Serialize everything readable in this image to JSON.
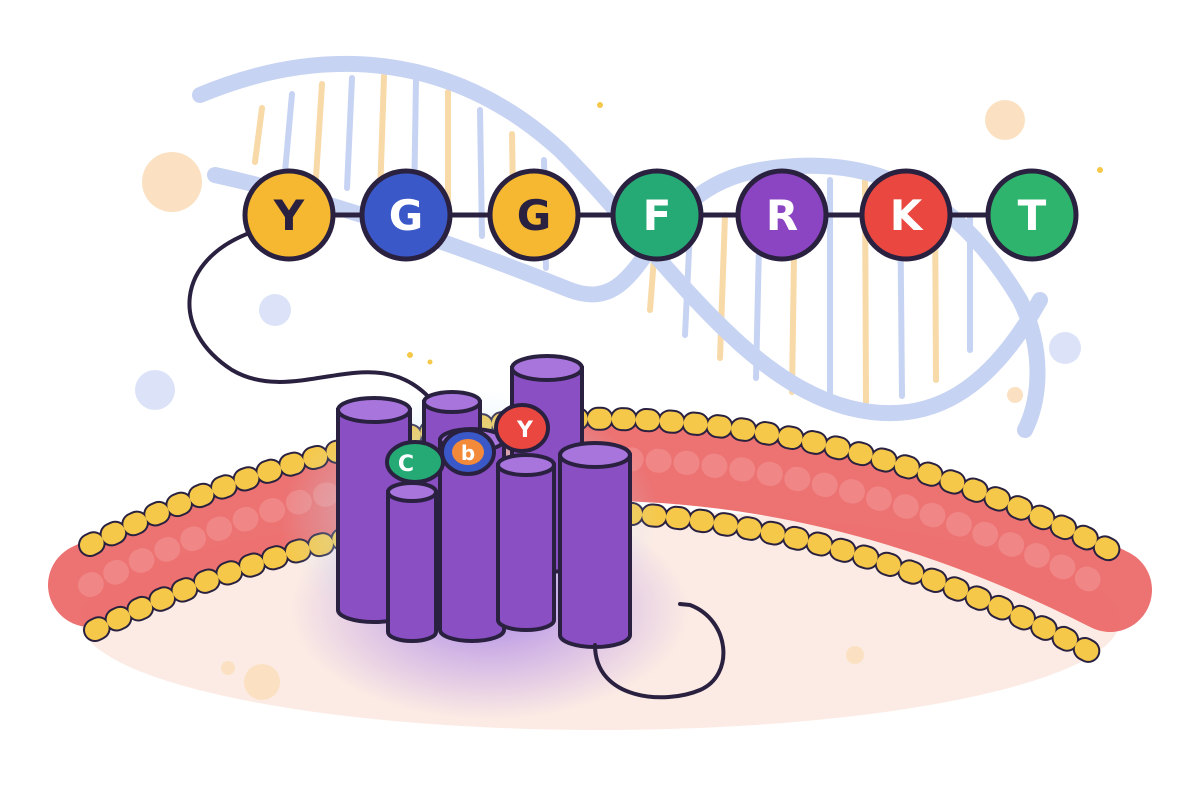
{
  "sequence": [
    {
      "letter": "Y",
      "color": "#F6B731"
    },
    {
      "letter": "G",
      "color": "#3A58C8"
    },
    {
      "letter": "G",
      "color": "#F6B731"
    },
    {
      "letter": "F",
      "color": "#25A975"
    },
    {
      "letter": "R",
      "color": "#8C45C2"
    },
    {
      "letter": "K",
      "color": "#E9473F"
    },
    {
      "letter": "T",
      "color": "#2EB46C"
    }
  ],
  "bound_residues": [
    {
      "letter": "C",
      "color": "#25A975"
    },
    {
      "letter": "b",
      "color": "#3A58C8"
    },
    {
      "letter": "Y",
      "color": "#E9473F"
    }
  ],
  "colors": {
    "outline": "#2A2140",
    "helix_blue": "#C7D3F2",
    "helix_rung_orange": "#F8D9A8",
    "receptor_purple": "#8B4FC4",
    "receptor_top": "#A775DC",
    "membrane_red": "#EC6666",
    "head_yellow": "#F6C84A",
    "ground_pink": "#FCE9E2"
  }
}
